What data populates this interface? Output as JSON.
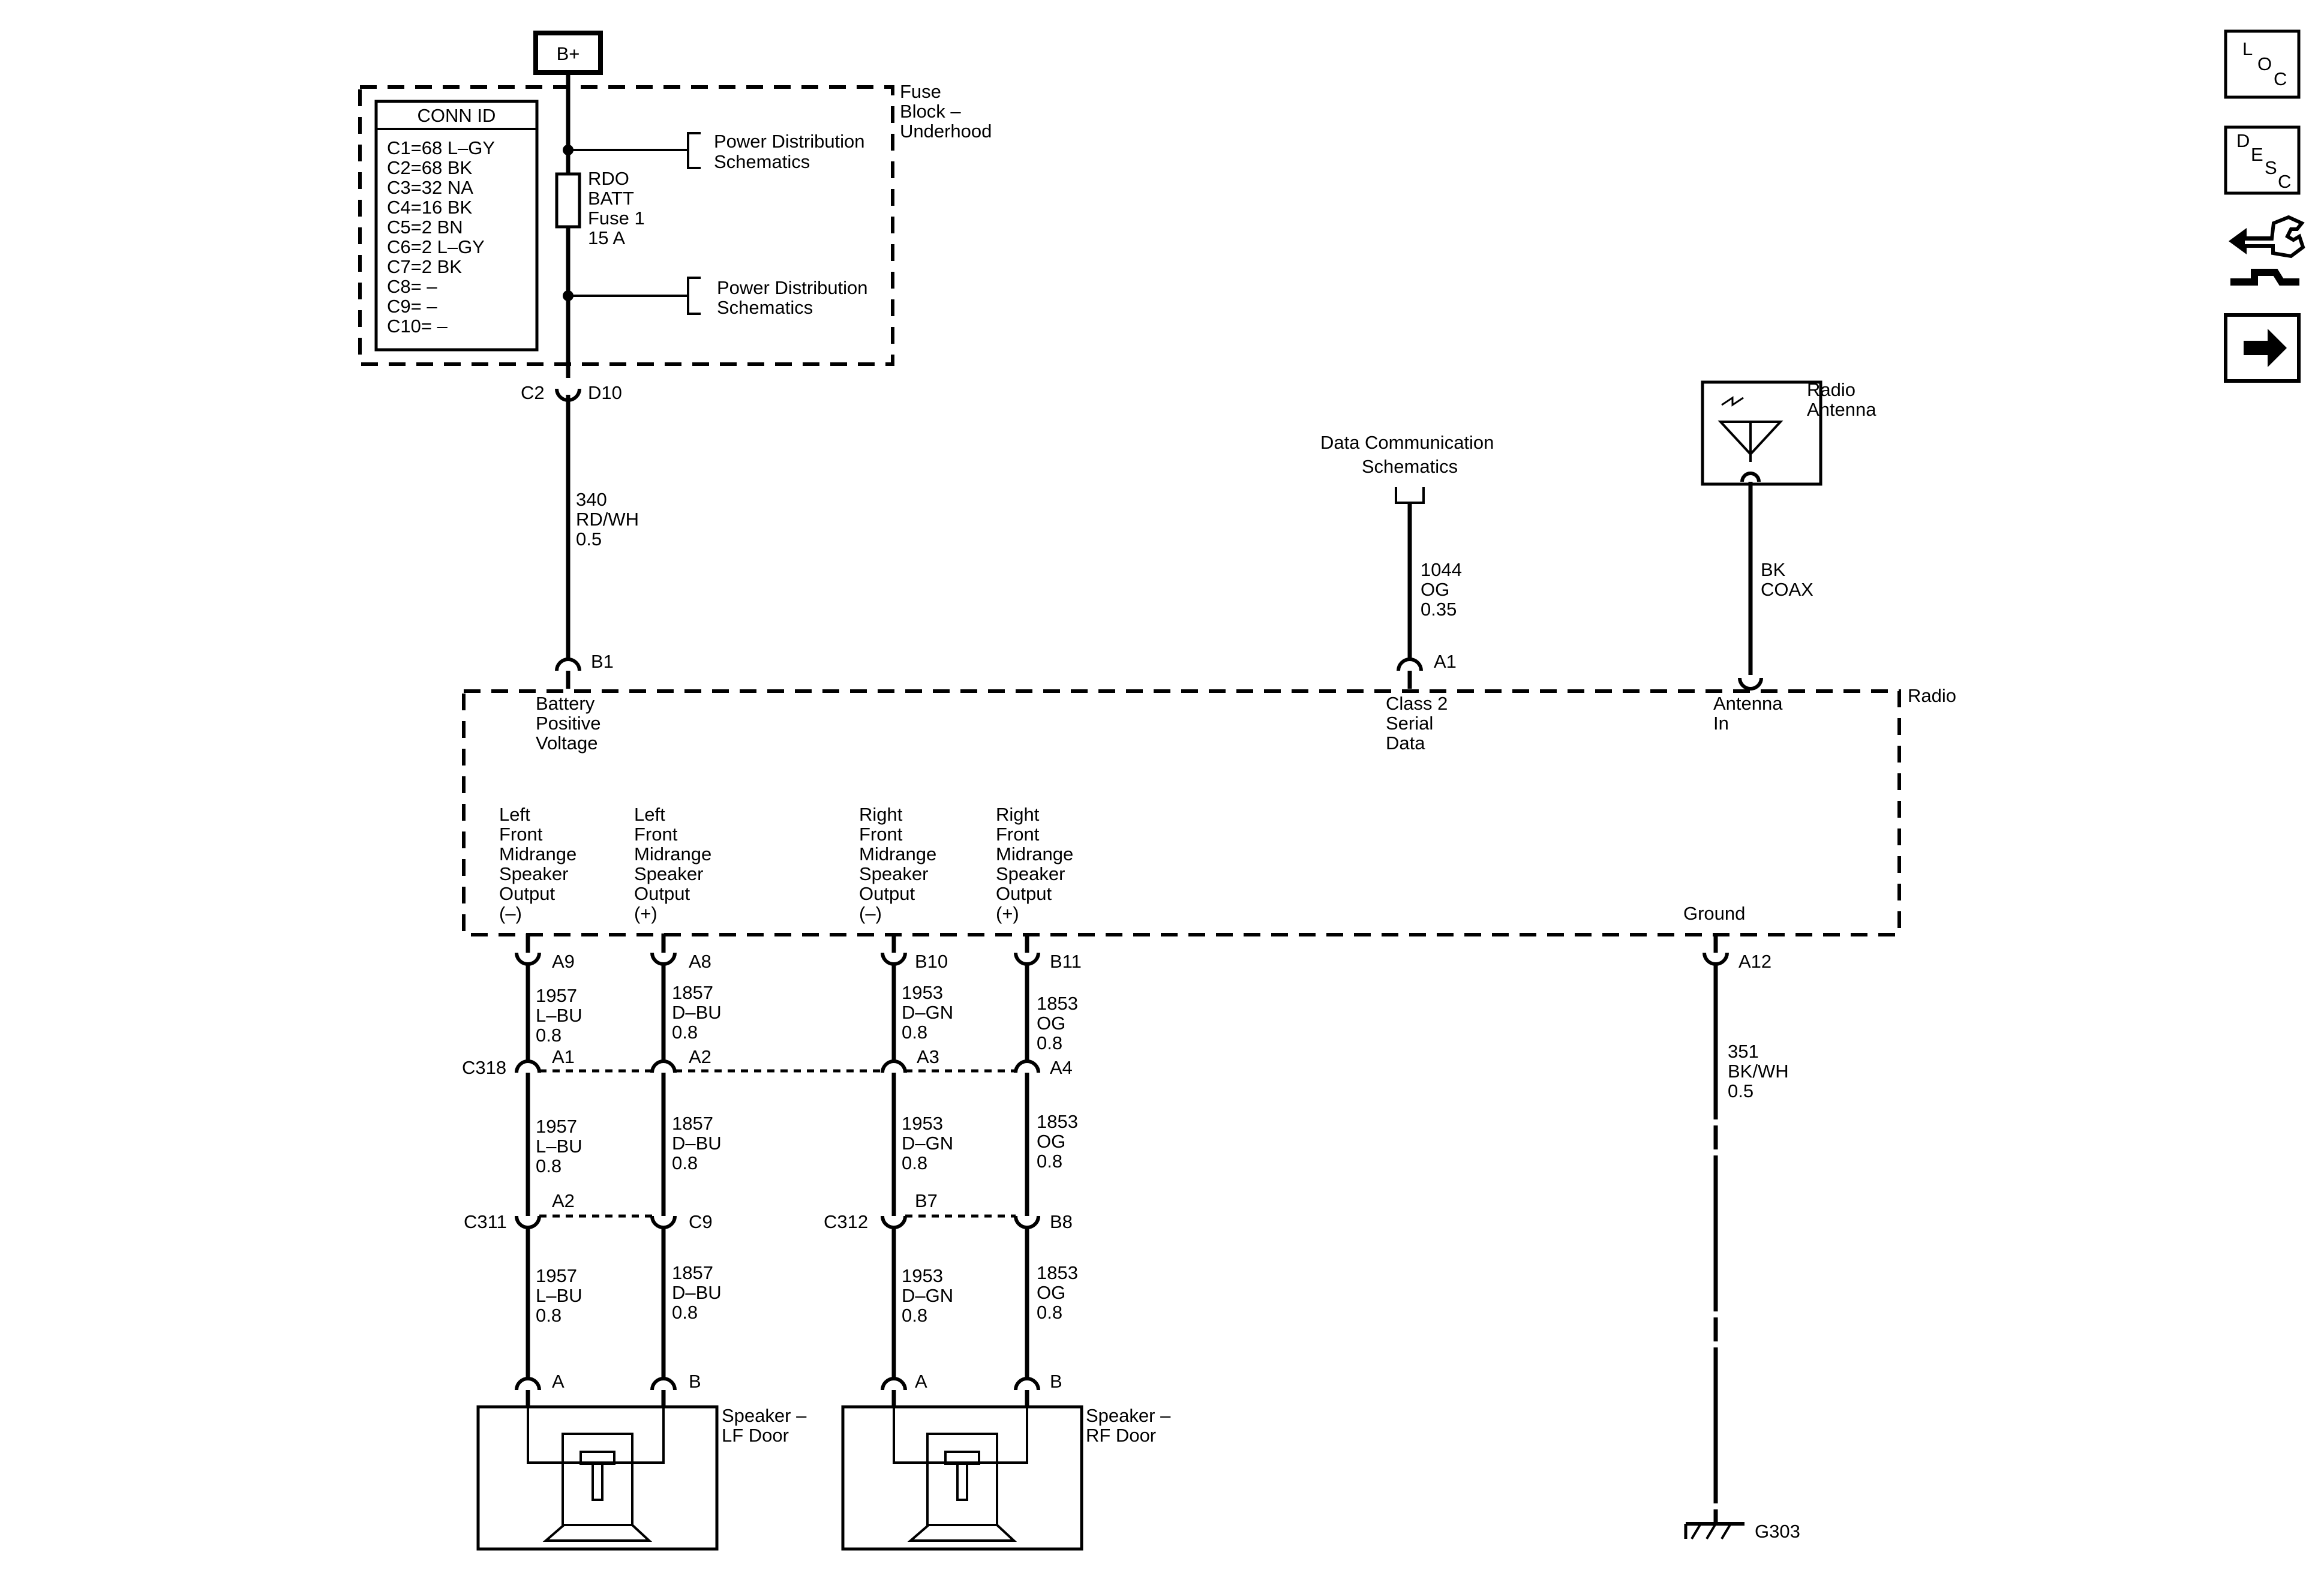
{
  "power": {
    "bplus": "B+",
    "fuse_block": [
      "Fuse",
      "Block –",
      "Underhood"
    ],
    "pds_1": [
      "Power Distribution",
      "Schematics"
    ],
    "pds_2": [
      "Power Distribution",
      "Schematics"
    ],
    "fuse": [
      "RDO",
      "BATT",
      "Fuse 1",
      "15 A"
    ],
    "c2": "C2",
    "d10": "D10",
    "wire_340": [
      "340",
      "RD/WH",
      "0.5"
    ]
  },
  "conn_id": {
    "title": "CONN ID",
    "rows": [
      "C1=68 L–GY",
      "C2=68 BK",
      "C3=32 NA",
      "C4=16 BK",
      "C5=2 BN",
      "C6=2 L–GY",
      "C7=2 BK",
      "C8= –",
      "C9= –",
      "C10= –"
    ]
  },
  "data_comm": {
    "label": [
      "Data Communication",
      "Schematics"
    ],
    "wire": [
      "1044",
      "OG",
      "0.35"
    ],
    "pin": "A1"
  },
  "antenna": {
    "label": [
      "Radio",
      "Antenna"
    ],
    "wire": [
      "BK",
      "COAX"
    ]
  },
  "radio": {
    "name": "Radio",
    "b1": "B1",
    "battery": [
      "Battery",
      "Positive",
      "Voltage"
    ],
    "class2": [
      "Class 2",
      "Serial",
      "Data"
    ],
    "antenna_in": [
      "Antenna",
      "In"
    ],
    "ground": "Ground",
    "out_lf_neg": [
      "Left",
      "Front",
      "Midrange",
      "Speaker",
      "Output",
      "(–)"
    ],
    "out_lf_pos": [
      "Left",
      "Front",
      "Midrange",
      "Speaker",
      "Output",
      "(+)"
    ],
    "out_rf_neg": [
      "Right",
      "Front",
      "Midrange",
      "Speaker",
      "Output",
      "(–)"
    ],
    "out_rf_pos": [
      "Right",
      "Front",
      "Midrange",
      "Speaker",
      "Output",
      "(+)"
    ]
  },
  "pins": {
    "a9": "A9",
    "a8": "A8",
    "b10": "B10",
    "b11": "B11",
    "a12": "A12",
    "c318": "C318",
    "c318_a1": "A1",
    "c318_a2": "A2",
    "c318_a3": "A3",
    "c318_a4": "A4",
    "c311": "C311",
    "c311_a2": "A2",
    "c311_c9": "C9",
    "c312": "C312",
    "c312_b7": "B7",
    "c312_b8": "B8",
    "lf_a": "A",
    "lf_b": "B",
    "rf_a": "A",
    "rf_b": "B"
  },
  "wires": {
    "lb": [
      "1957",
      "L–BU",
      "0.8"
    ],
    "db": [
      "1857",
      "D–BU",
      "0.8"
    ],
    "dg": [
      "1953",
      "D–GN",
      "0.8"
    ],
    "og": [
      "1853",
      "OG",
      "0.8"
    ],
    "gnd": [
      "351",
      "BK/WH",
      "0.5"
    ]
  },
  "speakers": {
    "lf": [
      "Speaker –",
      "LF Door"
    ],
    "rf": [
      "Speaker –",
      "RF Door"
    ]
  },
  "ground": {
    "name": "G303"
  },
  "side_icons": {
    "loc": [
      "L",
      "O",
      "C"
    ],
    "desc": [
      "D",
      "E",
      "S",
      "C"
    ],
    "connector_icon": "connector-icon",
    "next_icon": "arrow-right-icon"
  }
}
